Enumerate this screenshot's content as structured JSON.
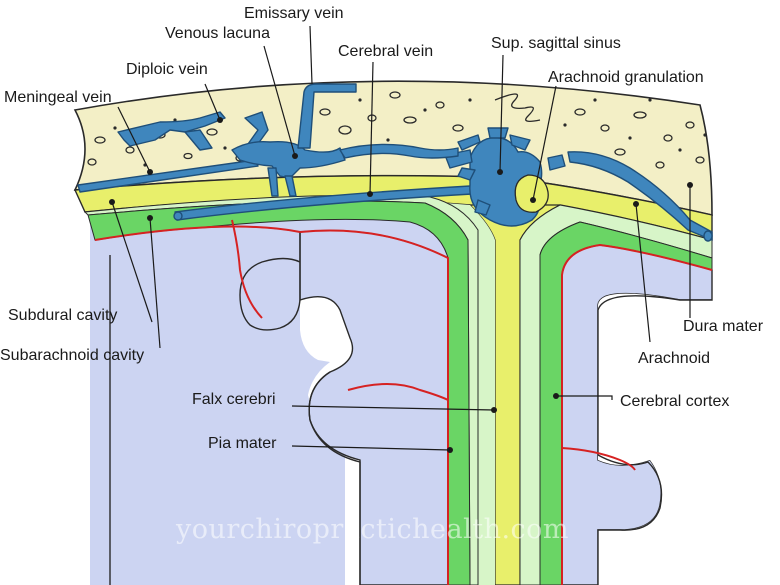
{
  "colors": {
    "bone": "#f3efc6",
    "dura": "#e8ef6b",
    "arachnoid": "#d7f5c8",
    "subarachnoid": "#6ad565",
    "cortex": "#ccd4f2",
    "vein": "#3f86bd",
    "vein_outline": "#1f4f79",
    "pia_line": "#d62222",
    "outline": "#2a2a2a"
  },
  "labels": {
    "meningeal_vein": "Meningeal vein",
    "diploic_vein": "Diploic vein",
    "venous_lacuna": "Venous lacuna",
    "emissary_vein": "Emissary vein",
    "cerebral_vein": "Cerebral vein",
    "sup_sagittal_sinus": "Sup. sagittal sinus",
    "arachnoid_granulation": "Arachnoid granulation",
    "subdural_cavity": "Subdural cavity",
    "subarachnoid_cavity": "Subarachnoid cavity",
    "dura_mater": "Dura mater",
    "arachnoid": "Arachnoid",
    "falx_cerebri": "Falx cerebri",
    "cerebral_cortex": "Cerebral cortex",
    "pia_mater": "Pia mater"
  },
  "watermark": "yourchiropractichealth.com"
}
